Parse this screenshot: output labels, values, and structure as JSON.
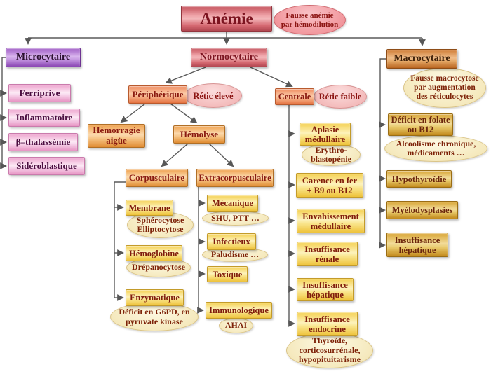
{
  "diagram_title": "Anémie",
  "palette": {
    "header_red": "#c4505a",
    "microcytaire_purple": "#9d59c4",
    "microcytaire_items_pink": "#eda3cd",
    "branch_salmon": "#ee8a5e",
    "branch_orange": "#efa14e",
    "leaf_yellow": "#f4d050",
    "macro_items_gold": "#d8a433",
    "macrocytaire_brown": "#cf7c36",
    "note_cream": "#f5e9bd",
    "note_pink": "#f1969c",
    "connector_gray": "#5a5a5a"
  },
  "nodes": {
    "anemie": {
      "label": "Anémie"
    },
    "fausse_anemie": {
      "label": "Fausse anémie par hémodilution"
    },
    "microcytaire": {
      "label": "Microcytaire"
    },
    "ferriprive": {
      "label": "Ferriprive"
    },
    "inflammatoire": {
      "label": "Inflammatoire"
    },
    "beta_thalassemie": {
      "label": "β–thalassémie"
    },
    "sideroblastique": {
      "label": "Sidéroblastique"
    },
    "normocytaire": {
      "label": "Normocytaire"
    },
    "peripherique": {
      "label": "Périphérique"
    },
    "retic_eleve": {
      "label": "Rétic élevé"
    },
    "centrale": {
      "label": "Centrale"
    },
    "retic_faible": {
      "label": "Rétic faible"
    },
    "hemorragie": {
      "label": "Hémorragie aigüe"
    },
    "hemolyse": {
      "label": "Hémolyse"
    },
    "corpusculaire": {
      "label": "Corpusculaire"
    },
    "extracorpusculaire": {
      "label": "Extracorpusculaire"
    },
    "membrane": {
      "label": "Membrane"
    },
    "spherocytose": {
      "label": "Sphérocytose Elliptocytose"
    },
    "hemoglobine": {
      "label": "Hémoglobine"
    },
    "drepanocytose": {
      "label": "Drépanocytose"
    },
    "enzymatique": {
      "label": "Enzymatique"
    },
    "deficit_g6pd": {
      "label": "Déficit en G6PD, en pyruvate kinase"
    },
    "mecanique": {
      "label": "Mécanique"
    },
    "shu_ptt": {
      "label": "SHU, PTT …"
    },
    "infectieux": {
      "label": "Infectieux"
    },
    "paludisme": {
      "label": "Paludisme …"
    },
    "toxique": {
      "label": "Toxique"
    },
    "immunologique": {
      "label": "Immunologique"
    },
    "ahai": {
      "label": "AHAI"
    },
    "aplasie": {
      "label": "Aplasie médullaire"
    },
    "erythroblastopenie": {
      "label": "Erythro-blastopénie"
    },
    "carence": {
      "label": "Carence en fer + B9 ou B12"
    },
    "envahissement": {
      "label": "Envahissement médullaire"
    },
    "insuffisance_renale": {
      "label": "Insuffisance rénale"
    },
    "insuffisance_hepatique_centrale": {
      "label": "Insuffisance hépatique"
    },
    "insuffisance_endocrine": {
      "label": "Insuffisance endocrine"
    },
    "thyroide": {
      "label": "Thyroïde, corticosurrénale, hypopituitarisme"
    },
    "macrocytaire": {
      "label": "Macrocytaire"
    },
    "fausse_macrocytose": {
      "label": "Fausse macrocytose par augmentation des réticulocytes"
    },
    "deficit_folate": {
      "label": "Déficit en folate ou B12"
    },
    "alcoolisme": {
      "label": "Alcoolisme chronique, médicaments …"
    },
    "hypothyroidie": {
      "label": "Hypothyroïdie"
    },
    "myelodysplasies": {
      "label": "Myélodysplasies"
    },
    "insuffisance_hepatique_macro": {
      "label": "Insuffisance hépatique"
    }
  },
  "edges": [
    [
      "anemie",
      "microcytaire"
    ],
    [
      "anemie",
      "normocytaire"
    ],
    [
      "anemie",
      "macrocytaire"
    ],
    [
      "microcytaire",
      "ferriprive"
    ],
    [
      "microcytaire",
      "inflammatoire"
    ],
    [
      "microcytaire",
      "beta_thalassemie"
    ],
    [
      "microcytaire",
      "sideroblastique"
    ],
    [
      "normocytaire",
      "peripherique"
    ],
    [
      "normocytaire",
      "centrale"
    ],
    [
      "peripherique",
      "hemorragie"
    ],
    [
      "peripherique",
      "hemolyse"
    ],
    [
      "hemolyse",
      "corpusculaire"
    ],
    [
      "hemolyse",
      "extracorpusculaire"
    ],
    [
      "corpusculaire",
      "membrane"
    ],
    [
      "corpusculaire",
      "hemoglobine"
    ],
    [
      "corpusculaire",
      "enzymatique"
    ],
    [
      "extracorpusculaire",
      "mecanique"
    ],
    [
      "extracorpusculaire",
      "infectieux"
    ],
    [
      "extracorpusculaire",
      "toxique"
    ],
    [
      "extracorpusculaire",
      "immunologique"
    ],
    [
      "centrale",
      "aplasie"
    ],
    [
      "centrale",
      "carence"
    ],
    [
      "centrale",
      "envahissement"
    ],
    [
      "centrale",
      "insuffisance_renale"
    ],
    [
      "centrale",
      "insuffisance_hepatique_centrale"
    ],
    [
      "centrale",
      "insuffisance_endocrine"
    ],
    [
      "macrocytaire",
      "deficit_folate"
    ],
    [
      "macrocytaire",
      "hypothyroidie"
    ],
    [
      "macrocytaire",
      "myelodysplasies"
    ],
    [
      "macrocytaire",
      "insuffisance_hepatique_macro"
    ]
  ]
}
